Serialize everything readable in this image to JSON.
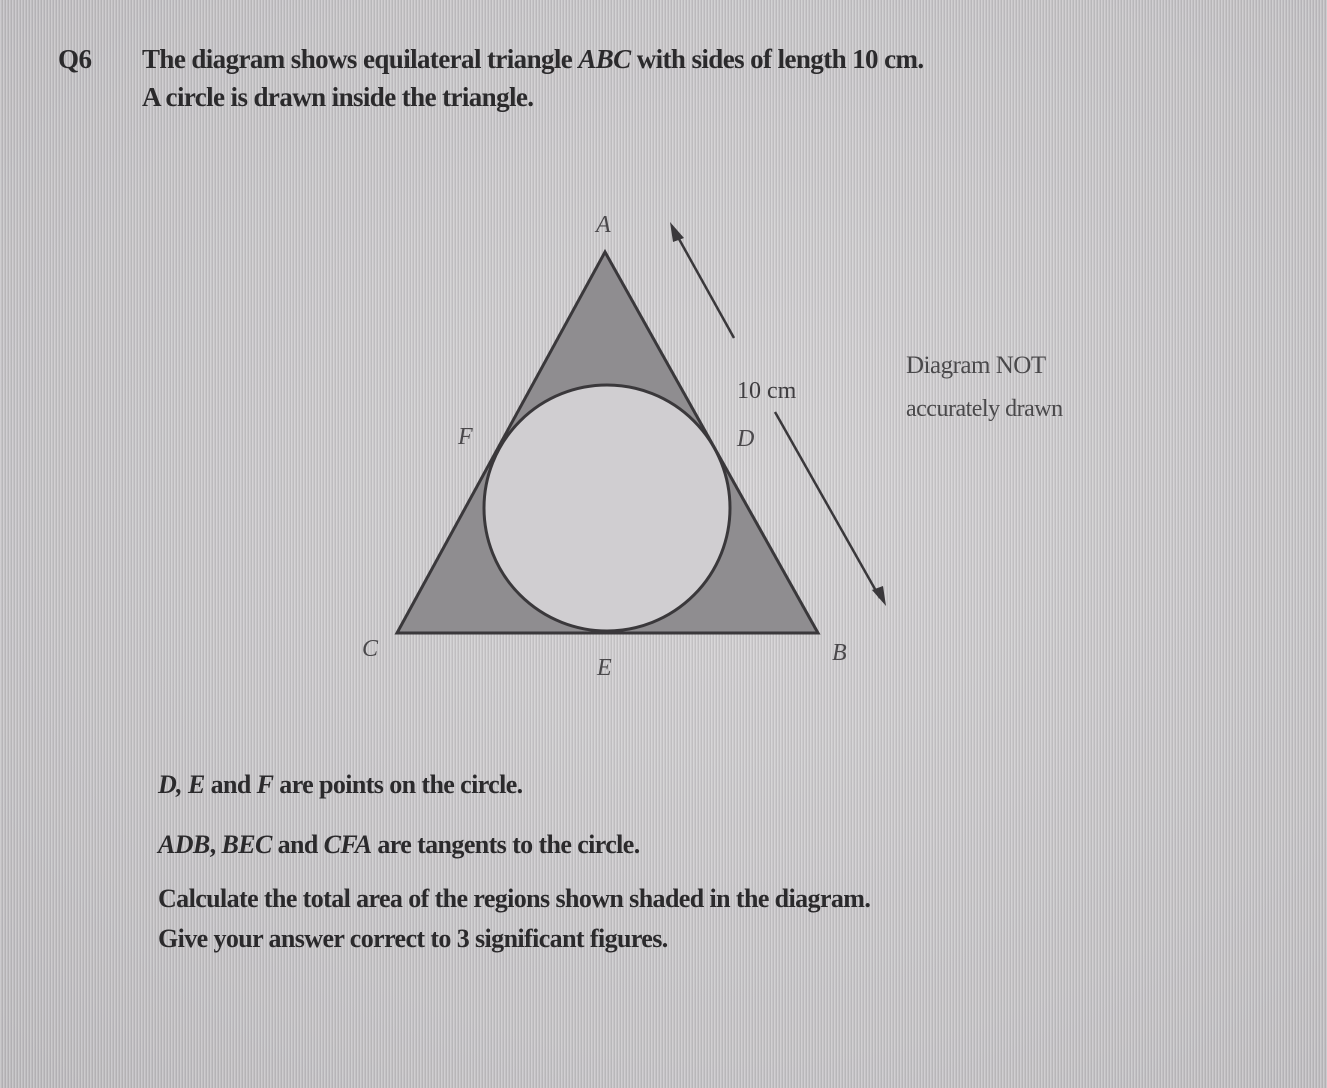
{
  "question": {
    "number": "Q6",
    "intro_line1_pre": "The diagram shows equilateral triangle ",
    "intro_line1_var": "ABC",
    "intro_line1_post": " with sides of length 10 cm.",
    "intro_line2": "A circle is drawn inside the triangle."
  },
  "diagram": {
    "vertex_labels": {
      "A": "A",
      "B": "B",
      "C": "C"
    },
    "tangent_points": {
      "D": "D",
      "E": "E",
      "F": "F"
    },
    "side_length_label": "10 cm",
    "note_line1": "Diagram NOT",
    "note_line2": "accurately drawn",
    "colors": {
      "shaded_region": "#8f8d90",
      "lines": "#3a383b",
      "circle_fill": "#d0ced1"
    }
  },
  "body": {
    "line1_vars": "D, E",
    "line1_and": " and ",
    "line1_var2": "F",
    "line1_rest": " are points on the circle.",
    "line2_v1": "ADB",
    "line2_sep1": ", ",
    "line2_v2": "BEC",
    "line2_and": " and ",
    "line2_v3": "CFA",
    "line2_rest": " are tangents to the circle.",
    "line3": "Calculate the total area of the regions shown shaded in the diagram.",
    "line4": "Give your answer correct to 3 significant figures."
  }
}
